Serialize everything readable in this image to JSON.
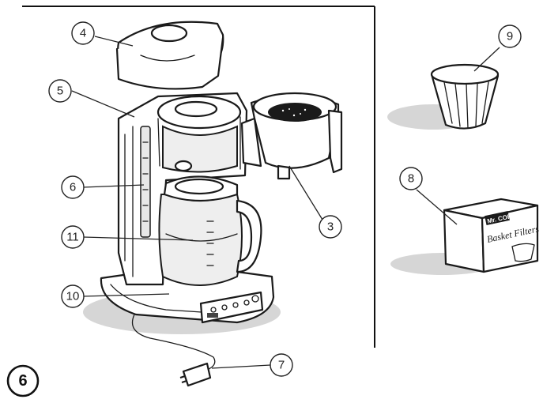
{
  "page": {
    "number": "6"
  },
  "callouts": [
    {
      "id": "4",
      "label": "4",
      "part": "lid"
    },
    {
      "id": "5",
      "label": "5",
      "part": "water-reservoir"
    },
    {
      "id": "6",
      "label": "6",
      "part": "water-window"
    },
    {
      "id": "11",
      "label": "11",
      "part": "carafe"
    },
    {
      "id": "10",
      "label": "10",
      "part": "warming-plate"
    },
    {
      "id": "3",
      "label": "3",
      "part": "filter-basket"
    },
    {
      "id": "7",
      "label": "7",
      "part": "power-cord"
    },
    {
      "id": "9",
      "label": "9",
      "part": "permanent-filter"
    },
    {
      "id": "8",
      "label": "8",
      "part": "paper-filters-box"
    }
  ],
  "filter_box": {
    "brand": "Mr. COFFEE",
    "text": "Basket Filters"
  }
}
